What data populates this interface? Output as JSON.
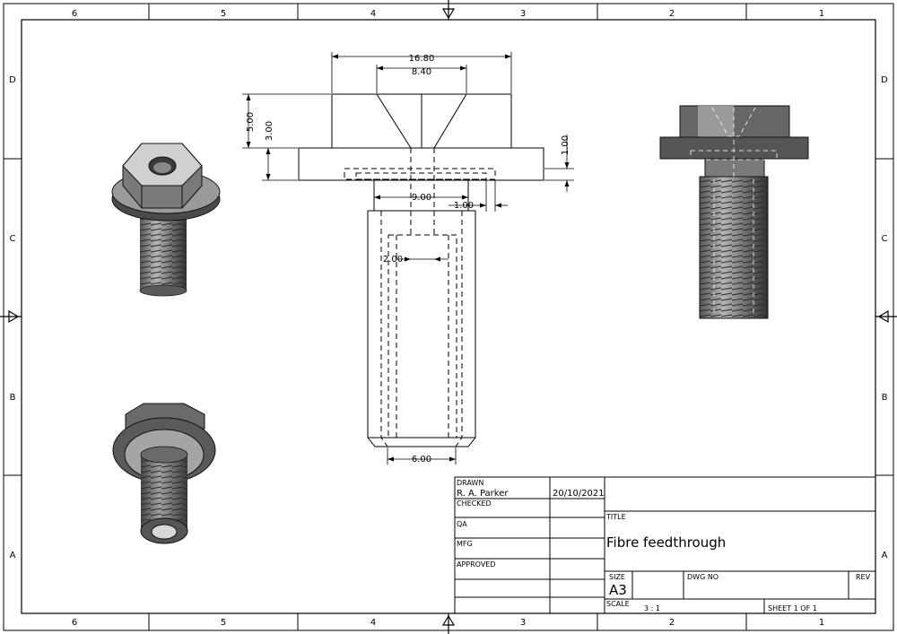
{
  "zones": {
    "columns": [
      "6",
      "5",
      "4",
      "3",
      "2",
      "1"
    ],
    "rows": [
      "D",
      "C",
      "B",
      "A"
    ]
  },
  "dimensions": {
    "head_width": "16.80",
    "countersink_width": "8.40",
    "head_height": "5.00",
    "flange_height": "3.00",
    "flange_thickness": "1.00",
    "neck_width": "9.00",
    "groove_width": "1.00",
    "bore_diameter": "2.00",
    "thread_width": "6.00"
  },
  "title_block": {
    "drawn_label": "DRAWN",
    "drawn_by": "R. A. Parker",
    "drawn_date": "20/10/2021",
    "checked_label": "CHECKED",
    "qa_label": "QA",
    "mfg_label": "MFG",
    "approved_label": "APPROVED",
    "title_label": "TITLE",
    "title": "Fibre feedthrough",
    "size_label": "SIZE",
    "size": "A3",
    "dwg_no_label": "DWG NO",
    "rev_label": "REV",
    "scale_label": "SCALE",
    "scale": "3 : 1",
    "sheet": "SHEET 1  OF 1"
  },
  "colors": {
    "line": "#000000",
    "part_dark": "#3a3a3a",
    "part_mid": "#8a8a8a",
    "part_light": "#c8c8c8"
  }
}
